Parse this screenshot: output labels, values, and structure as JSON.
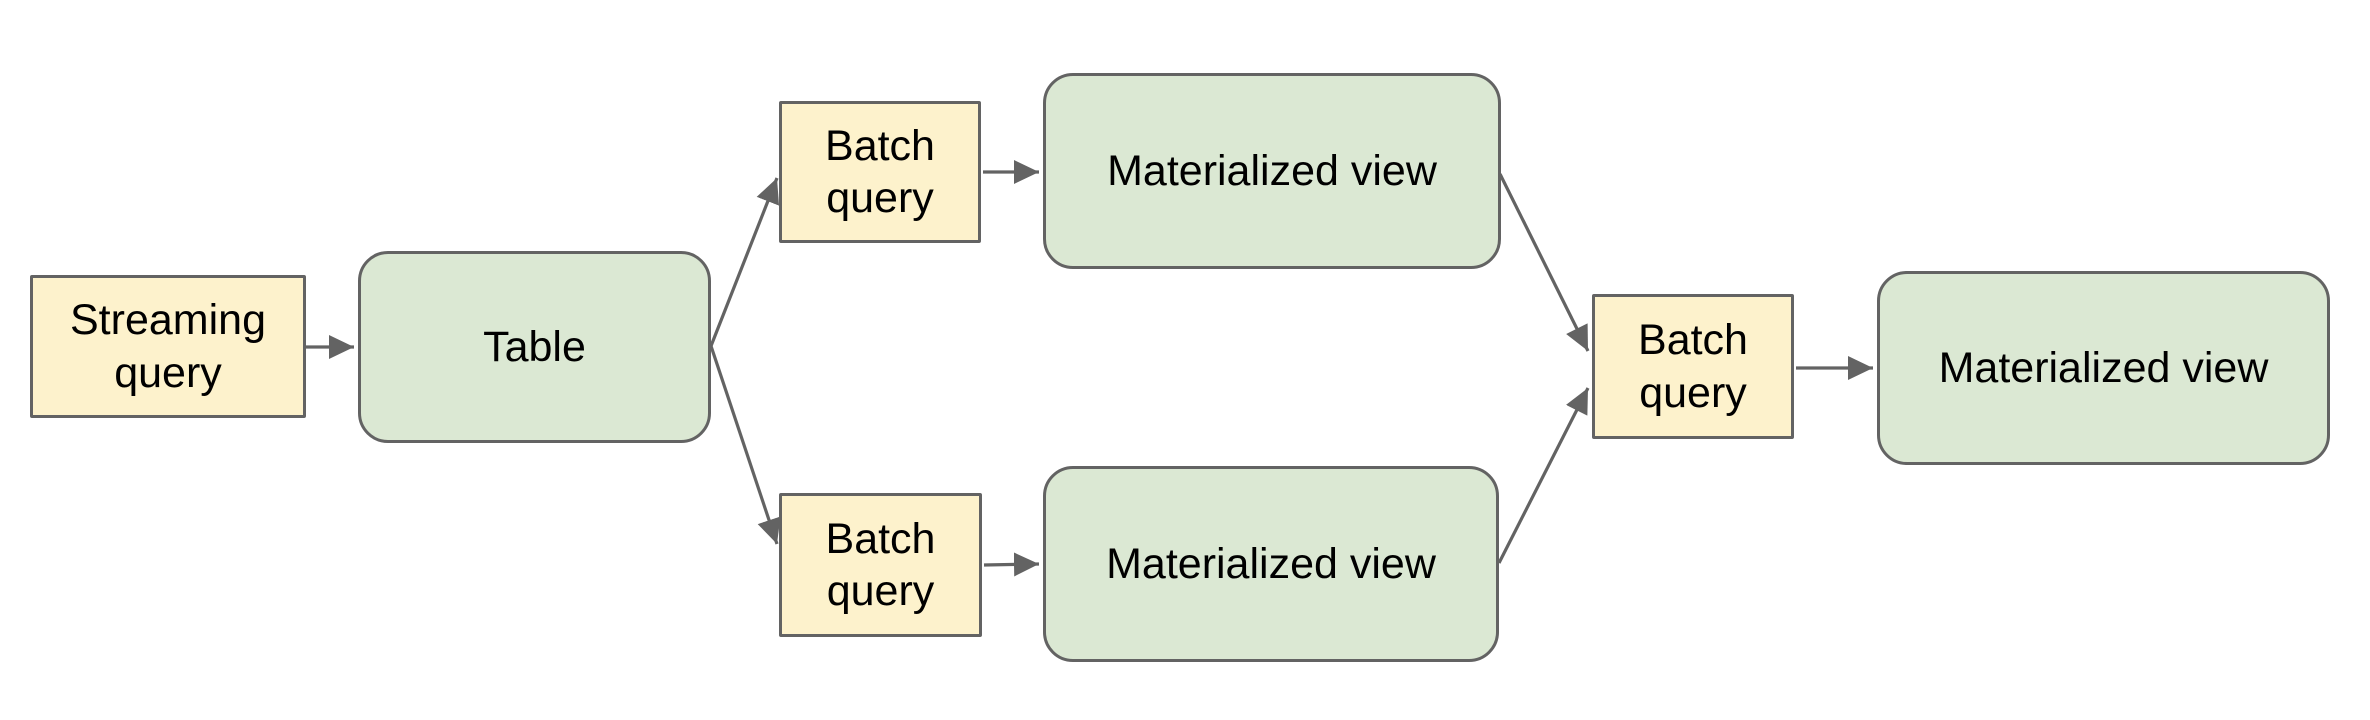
{
  "diagram": {
    "nodes": [
      {
        "id": "streaming-query",
        "label": "Streaming query",
        "type": "query"
      },
      {
        "id": "table",
        "label": "Table",
        "type": "view"
      },
      {
        "id": "batch-query-top",
        "label": "Batch query",
        "type": "query"
      },
      {
        "id": "materialized-view-top",
        "label": "Materialized view",
        "type": "view"
      },
      {
        "id": "batch-query-bottom",
        "label": "Batch query",
        "type": "query"
      },
      {
        "id": "materialized-view-bottom",
        "label": "Materialized view",
        "type": "view"
      },
      {
        "id": "batch-query-right",
        "label": "Batch query",
        "type": "query"
      },
      {
        "id": "materialized-view-right",
        "label": "Materialized view",
        "type": "view"
      }
    ],
    "edges": [
      {
        "from": "streaming-query",
        "to": "table"
      },
      {
        "from": "table",
        "to": "batch-query-top"
      },
      {
        "from": "table",
        "to": "batch-query-bottom"
      },
      {
        "from": "batch-query-top",
        "to": "materialized-view-top"
      },
      {
        "from": "batch-query-bottom",
        "to": "materialized-view-bottom"
      },
      {
        "from": "materialized-view-top",
        "to": "batch-query-right"
      },
      {
        "from": "materialized-view-bottom",
        "to": "batch-query-right"
      },
      {
        "from": "batch-query-right",
        "to": "materialized-view-right"
      }
    ]
  },
  "colors": {
    "query-fill": "#fdf2cc",
    "view-fill": "#dbe8d3",
    "node-border": "#636363",
    "arrow": "#636363",
    "text": "#000000",
    "background": "#ffffff"
  }
}
